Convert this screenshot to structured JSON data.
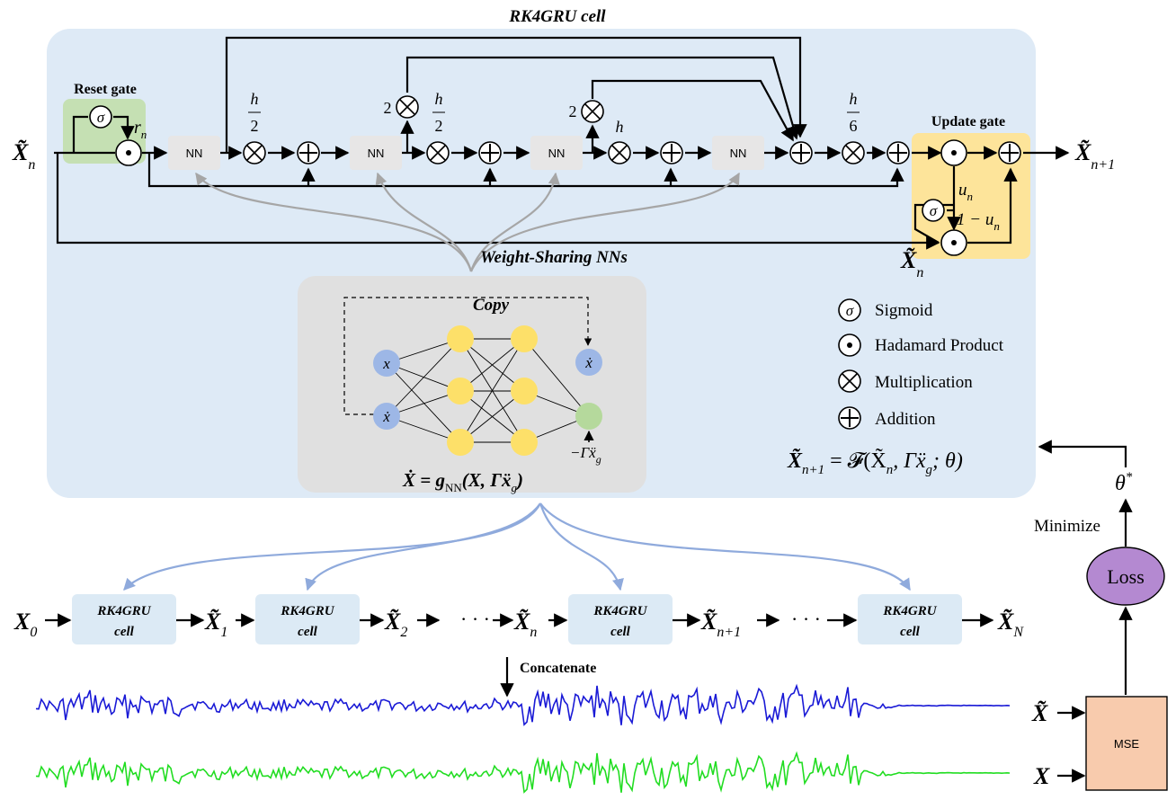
{
  "title": "RK4GRU cell",
  "reset_gate": {
    "label": "Reset gate",
    "sym": "r",
    "sub": "n"
  },
  "update_gate": {
    "label": "Update gate",
    "u": "u",
    "u_sub": "n",
    "one_minus": "1 − u",
    "one_minus_sub": "n"
  },
  "nn_label": "NN",
  "steps": {
    "h_num": "h",
    "two": "2",
    "six": "6",
    "mult2a": "2",
    "mult2b": "2"
  },
  "x_in": {
    "sym": "X̃",
    "sub": "n"
  },
  "x_out": {
    "sym": "X̃",
    "sub": "n+1"
  },
  "x_upd": {
    "sym": "X̃",
    "sub": "n"
  },
  "shared_label": "Weight-Sharing NNs",
  "nn_box": {
    "copy_label": "Copy",
    "in_x": "x",
    "in_xdot": "ẋ",
    "out_xdot": "ẋ",
    "force": "−Γẍ",
    "force_sub": "g",
    "equation": "Ẋ = g",
    "eq_sub": "NN",
    "eq_rest": "(X, Γẍ",
    "eq_rest_sub": "g",
    "eq_close": ")"
  },
  "legend": [
    {
      "icon": "sigma",
      "label": "Sigmoid"
    },
    {
      "icon": "dot",
      "label": "Hadamard Product"
    },
    {
      "icon": "times",
      "label": "Multiplication"
    },
    {
      "icon": "plus",
      "label": "Addition"
    }
  ],
  "cell_formula": {
    "lhs": "X̃",
    "lhs_sub": "n+1",
    "rhs": "= 𝓕(X̃",
    "rhs_sub": "n",
    "rhs2": ", Γẍ",
    "rhs2_sub": "g",
    "rhs3": "; θ)"
  },
  "chain": {
    "cell_top": "RK4GRU",
    "cell_bottom": "cell",
    "x0": "X",
    "x0_sub": "0",
    "x1": "X̃",
    "x1_sub": "1",
    "x2": "X̃",
    "x2_sub": "2",
    "xn": "X̃",
    "xn_sub": "n",
    "xn1": "X̃",
    "xn1_sub": "n+1",
    "xN": "X̃",
    "xN_sub": "N",
    "dots": "· · ·"
  },
  "concatenate": "Concatenate",
  "loss": "Loss",
  "minimize": "Minimize",
  "theta": "θ",
  "theta_sup": "*",
  "mse": "MSE",
  "mse_in_pred": "X̃",
  "mse_in_true": "X",
  "colors": {
    "cell_bg": "#deeaf6",
    "reset_bg": "#c5e0b3",
    "update_bg": "#fde49a",
    "nn_box_bg": "#e0e0e0",
    "nn_block": "#e7e6e6",
    "chain_cell": "#dceaf5",
    "loss": "#b489d1",
    "mse": "#f8cbad",
    "blue_signal": "#1a1ad6",
    "green_signal": "#22dd22",
    "arrow_gray": "#a6a6a6",
    "arrow_blue": "#8faadc",
    "input_node": "#9db7e6",
    "hidden_node": "#fde069",
    "output_node": "#b5d99c"
  }
}
